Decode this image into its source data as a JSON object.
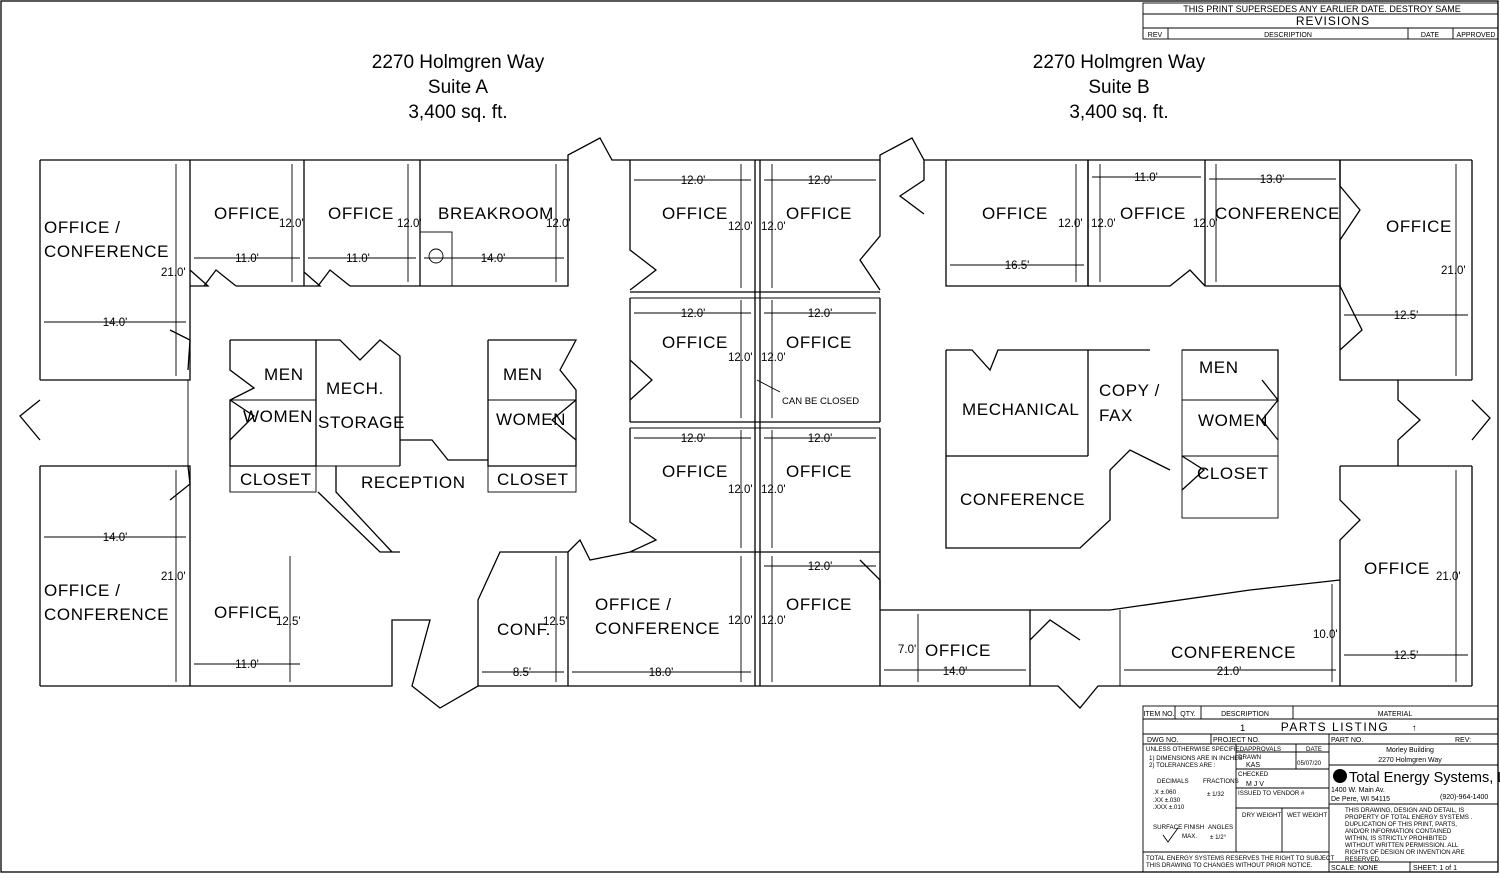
{
  "revisions": {
    "note": "THIS PRINT SUPERSEDES ANY EARLIER DATE.   DESTROY SAME",
    "heading": "REVISIONS",
    "columns": [
      "REV",
      "DESCRIPTION",
      "DATE",
      "APPROVED"
    ]
  },
  "suites": [
    {
      "address": "2270 Holmgren Way",
      "name": "Suite A",
      "area": "3,400 sq. ft."
    },
    {
      "address": "2270 Holmgren Way",
      "name": "Suite B",
      "area": "3,400 sq. ft."
    }
  ],
  "rooms": [
    "OFFICE  /",
    "CONFERENCE",
    "OFFICE",
    "OFFICE",
    "BREAKROOM",
    "MEN",
    "WOMEN",
    "MECH.",
    "STORAGE",
    "CLOSET",
    "RECEPTION",
    "MEN",
    "WOMEN",
    "CLOSET",
    "OFFICE  /",
    "CONFERENCE",
    "OFFICE",
    "CONF.",
    "OFFICE  /",
    "CONFERENCE",
    "OFFICE",
    "OFFICE",
    "OFFICE",
    "OFFICE",
    "OFFICE",
    "OFFICE",
    "OFFICE",
    "CAN BE CLOSED",
    "OFFICE",
    "OFFICE",
    "CONFERENCE",
    "OFFICE",
    "MECHANICAL",
    "COPY  /",
    "FAX",
    "MEN",
    "WOMEN",
    "CLOSET",
    "CONFERENCE",
    "OFFICE",
    "OFFICE",
    "CONFERENCE"
  ],
  "dims": [
    "14.0'",
    "14.0'",
    "21.0'",
    "21.0'",
    "11.0'",
    "11.0'",
    "14.0'",
    "12.0'",
    "12.0'",
    "12.0'",
    "12.0'",
    "12.0'",
    "12.0'",
    "12.0'",
    "12.0'",
    "12.0'",
    "12.0'",
    "12.0'",
    "12.0'",
    "12.0'",
    "12.0'",
    "12.0'",
    "12.0'",
    "12.0'",
    "12.0'",
    "12.5'",
    "11.0'",
    "8.5'",
    "18.0'",
    "12.5'",
    "16.5'",
    "11.0'",
    "13.0'",
    "12.0'",
    "12.0'",
    "12.0'",
    "12.5'",
    "21.0'",
    "21.0'",
    "12.5'",
    "7.0'",
    "14.0'",
    "21.0'",
    "10.0'"
  ],
  "title_block": {
    "header": [
      "ITEM NO.",
      "QTY.",
      "DESCRIPTION",
      "MATERIAL"
    ],
    "item": "1",
    "parts_listing": "PARTS  LISTING",
    "arrow": "↑",
    "dwg_no": "DWG NO.",
    "project_no": "PROJECT NO.",
    "part_no": "PART NO.",
    "rev": "REV:",
    "unless": "UNLESS OTHERWISE SPECIFIED",
    "dims_note": "1) DIMENSIONS ARE IN INCHES",
    "tol_note": "2) TOLERANCES ARE :",
    "decimals": "DECIMALS",
    "fractions": "FRACTIONS",
    "tol": [
      ".X    ±.060",
      ".XX   ±.030",
      ".XXX  ±.010"
    ],
    "frac_tol": "± 1/32",
    "surface": "SURFACE FINISH",
    "angles": "ANGLES",
    "max": "MAX.",
    "angle_tol": "± 1/2°",
    "reserve": [
      "TOTAL ENERGY SYSTEMS RESERVES THE RIGHT TO SUBJECT",
      "THIS DRAWING TO CHANGES WITHOUT PRIOR NOTICE."
    ],
    "approvals": "APPROVALS",
    "date_label": "DATE",
    "drawn": "DRAWN",
    "drawn_by": "KAS",
    "drawn_date": "05/07/20",
    "checked": "CHECKED",
    "checked_by": "M J V",
    "issued": "ISSUED TO VENDOR #",
    "dry_weight": "DRY WEIGHT",
    "wet_weight": "WET WEIGHT",
    "project_name": "Morley Building",
    "project_address": "2270 Holmgren Way",
    "company": "Total Energy Systems, LLC",
    "street": "1400 W. Main Av.",
    "city": "De Pere, WI   54115",
    "phone": "(920)-964-1400",
    "notice": [
      "THIS DRAWING, DESIGN AND DETAIL, IS",
      "PROPERTY OF TOTAL ENERGY SYSTEMS .",
      "DUPLICATION OF THIS PRINT, PARTS,",
      "AND/OR INFORMATION CONTAINED",
      "WITHIN, IS STRICTLY PROHIBITED",
      "WITHOUT WRITTEN PERMISSION. ALL",
      "RIGHTS OF DESIGN OR INVENTION ARE",
      "RESERVED."
    ],
    "scale": "SCALE: NONE",
    "sheet": "SHEET:    1 of 1"
  }
}
